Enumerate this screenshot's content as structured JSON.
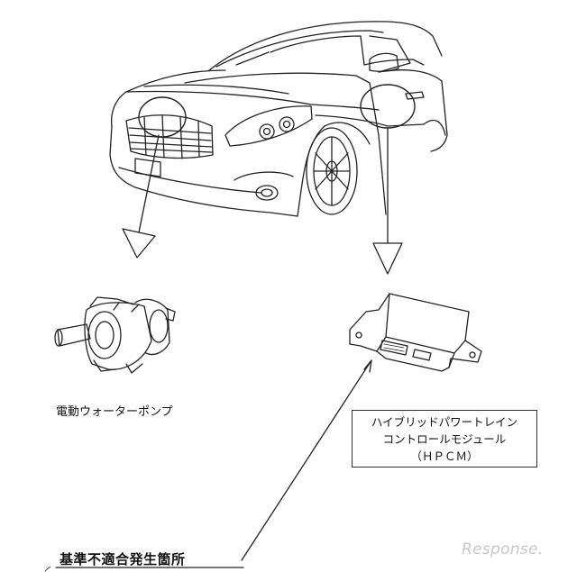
{
  "labels": {
    "pump": "電動ウォーターポンプ",
    "hpcm_line1": "ハイブリッドパワートレイン",
    "hpcm_line2": "コントロールモジュール",
    "hpcm_line3": "（ＨＰＣＭ）",
    "defect_location": "基準不適合発生箇所",
    "watermark": "Response."
  },
  "colors": {
    "line": "#222222",
    "watermark": "#c8c8c8"
  }
}
